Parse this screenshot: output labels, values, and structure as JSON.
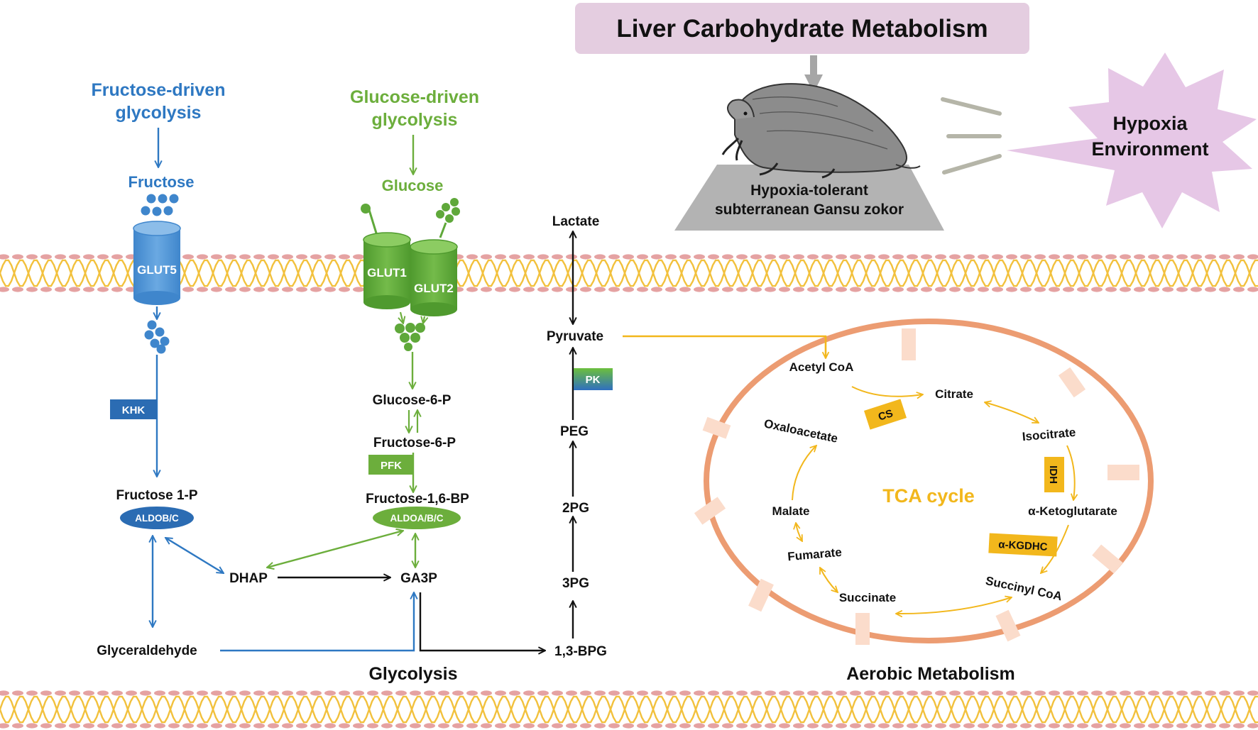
{
  "title": "Liver Carbohydrate Metabolism",
  "animal_label": [
    "Hypoxia-tolerant",
    "subterranean Gansu zokor"
  ],
  "hypoxia_label": [
    "Hypoxia",
    "Environment"
  ],
  "fructose_path": {
    "header": [
      "Fructose-driven",
      "glycolysis"
    ],
    "substrate": "Fructose",
    "transporter": "GLUT5",
    "enzyme": "KHK",
    "product": "Fructose 1-P",
    "aldolase": "ALDOB/C",
    "glyceraldehyde": "Glyceraldehyde"
  },
  "glucose_path": {
    "header": [
      "Glucose-driven",
      "glycolysis"
    ],
    "substrate": "Glucose",
    "transporters": [
      "GLUT1",
      "GLUT2"
    ],
    "g6p": "Glucose-6-P",
    "f6p": "Fructose-6-P",
    "pfk": "PFK",
    "f16bp": "Fructose-1,6-BP",
    "aldolase": "ALDOA/B/C"
  },
  "core": {
    "dhap": "DHAP",
    "ga3p": "GA3P",
    "bpg13": "1,3-BPG",
    "pg3": "3PG",
    "pg2": "2PG",
    "peg": "PEG",
    "pk": "PK",
    "pyruvate": "Pyruvate",
    "lactate": "Lactate"
  },
  "tca": {
    "title": "TCA cycle",
    "acetyl": "Acetyl CoA",
    "citrate": "Citrate",
    "cs": "CS",
    "isocitrate": "Isocitrate",
    "idh": "IDH",
    "akg": "α-Ketoglutarate",
    "akgdhc": "α-KGDHC",
    "succinylcoa": "Succinyl CoA",
    "succinate": "Succinate",
    "fumarate": "Fumarate",
    "malate": "Malate",
    "oxaloacetate": "Oxaloacetate"
  },
  "section_labels": {
    "glycolysis": "Glycolysis",
    "aerobic": "Aerobic Metabolism"
  },
  "colors": {
    "fructose_blue": "#2e78c2",
    "transporter_blue": "#4f95d6",
    "enzyme_blue": "#2b6cb3",
    "glucose_green": "#6cae3c",
    "transporter_green": "#5fa83a",
    "tca_orange": "#f2b71c",
    "mito_ring": "#ec9c72",
    "title_bg": "#e4cde0",
    "starburst": "#e6c7e6",
    "membrane_orange": "#f2c13d",
    "membrane_pink": "#e5a2a2"
  }
}
